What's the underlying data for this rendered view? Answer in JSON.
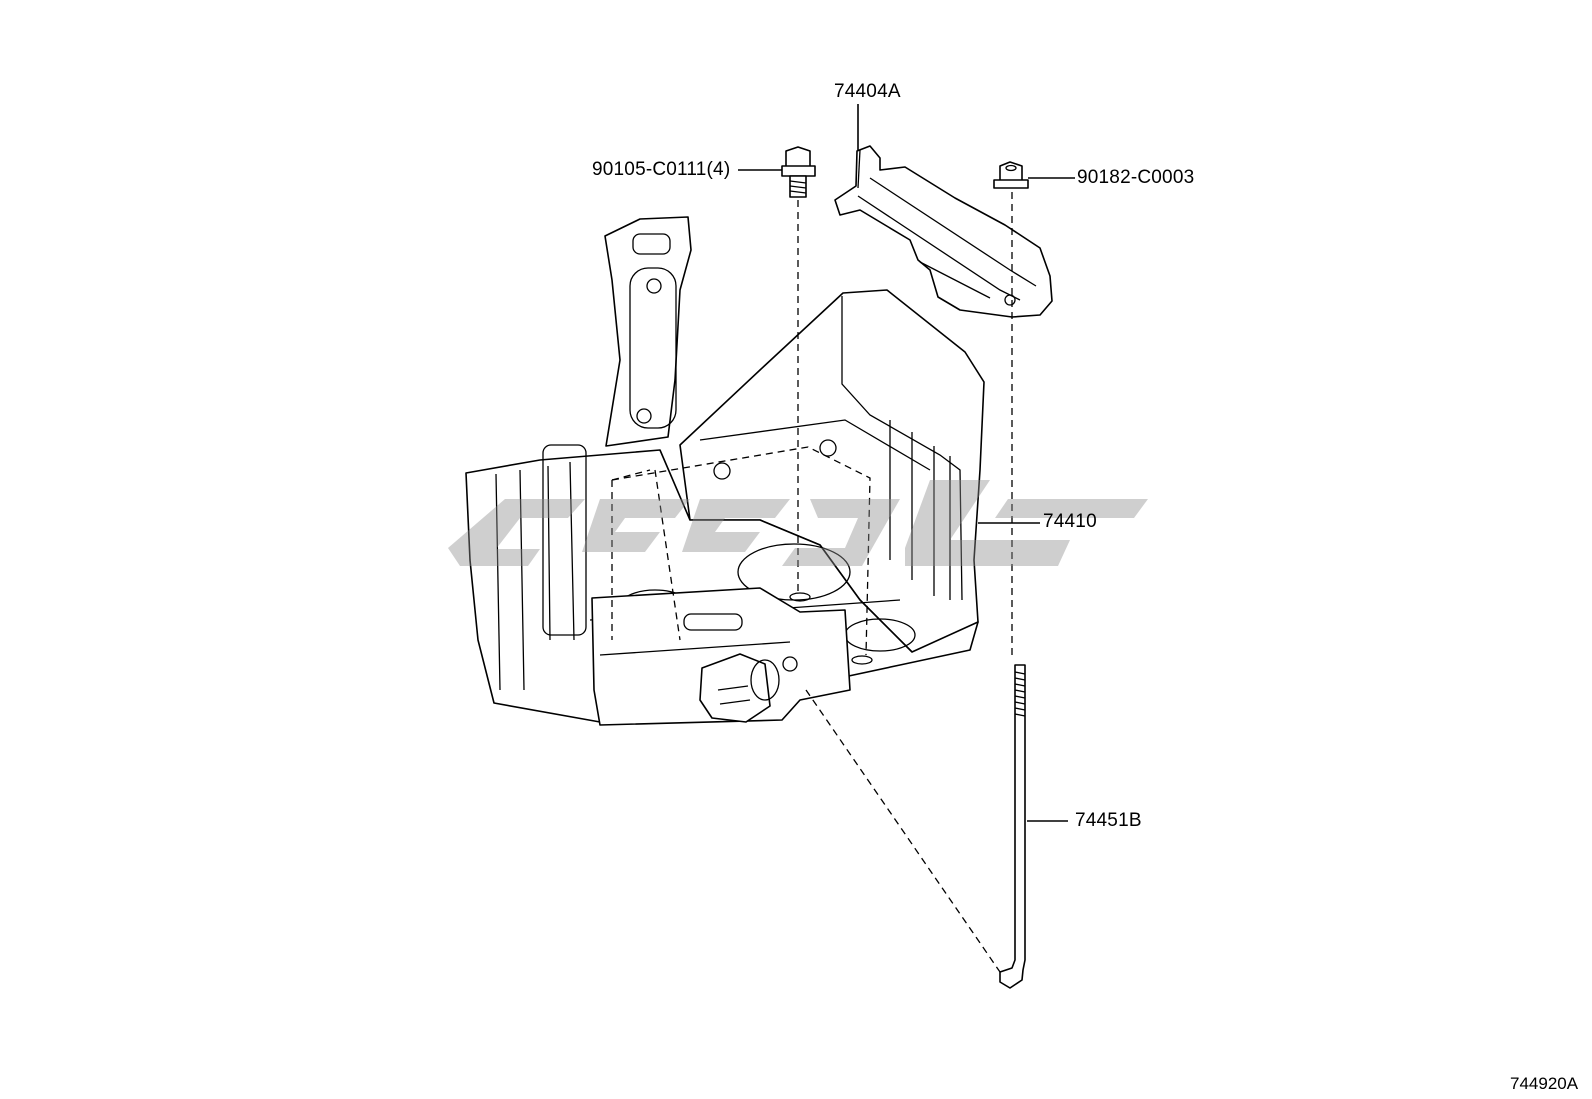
{
  "diagram": {
    "callouts": {
      "bracket_top": "74404A",
      "bolt": "90105-C0111(4)",
      "nut": "90182-C0003",
      "tray": "74410",
      "rod": "74451B"
    },
    "figure_number": "744920A"
  }
}
